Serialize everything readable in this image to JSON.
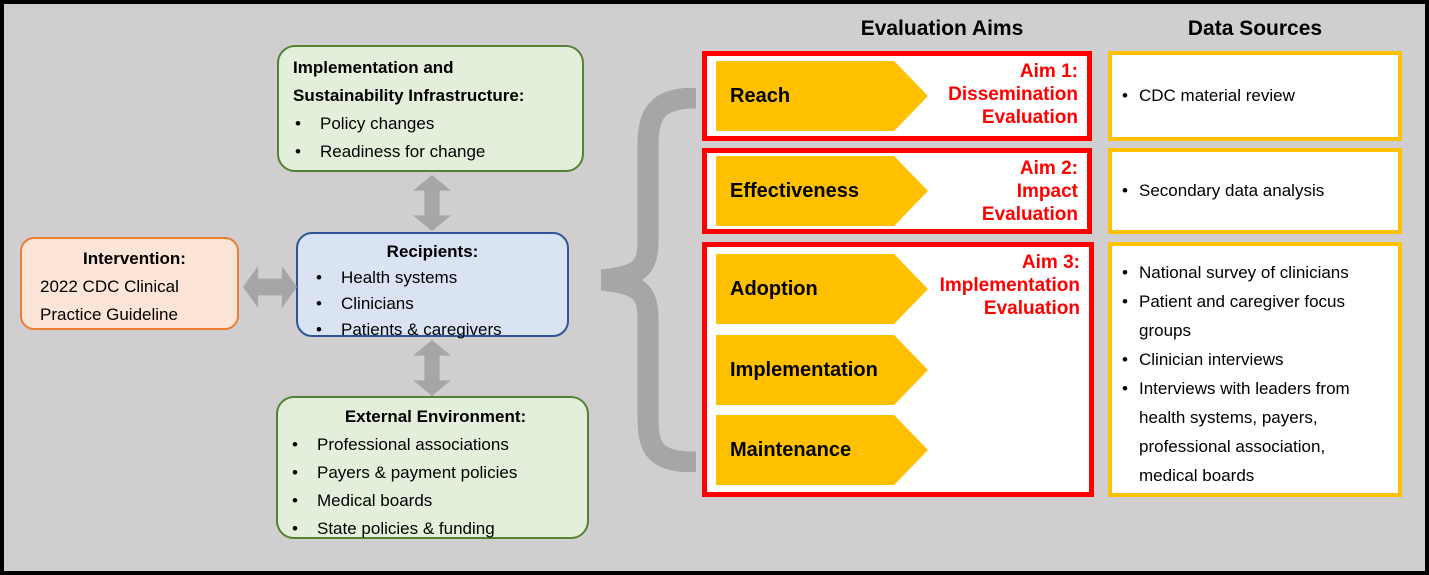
{
  "left_diagram": {
    "intervention": {
      "title": "Intervention:",
      "body": "2022 CDC Clinical Practice Guideline"
    },
    "infrastructure": {
      "title_lines": [
        "Implementation and",
        "Sustainability Infrastructure:"
      ],
      "items": [
        "Policy changes",
        "Readiness for change"
      ]
    },
    "recipients": {
      "title": "Recipients:",
      "items": [
        "Health systems",
        "Clinicians",
        "Patients & caregivers"
      ]
    },
    "external": {
      "title": "External Environment:",
      "items": [
        "Professional associations",
        "Payers & payment policies",
        "Medical boards",
        "State policies & funding"
      ]
    }
  },
  "evaluation_aims": {
    "header": "Evaluation Aims",
    "groups": [
      {
        "aim_lines": [
          "Aim 1:",
          "Dissemination",
          "Evaluation"
        ],
        "arrows": [
          "Reach"
        ]
      },
      {
        "aim_lines": [
          "Aim 2:",
          "Impact",
          "Evaluation"
        ],
        "arrows": [
          "Effectiveness"
        ]
      },
      {
        "aim_lines": [
          "Aim 3:",
          "Implementation",
          "Evaluation"
        ],
        "arrows": [
          "Adoption",
          "Implementation",
          "Maintenance"
        ]
      }
    ]
  },
  "data_sources": {
    "header": "Data Sources",
    "boxes": [
      {
        "items": [
          "CDC material review"
        ]
      },
      {
        "items": [
          "Secondary data analysis"
        ]
      },
      {
        "items": [
          "National survey of clinicians",
          "Patient and caregiver focus groups",
          "Clinician interviews",
          "Interviews with leaders from health systems, payers, professional association, medical boards"
        ]
      }
    ]
  },
  "icons": {
    "horizontal_double_arrow": "left-right-arrow-shape",
    "vertical_double_arrow": "up-down-arrow-shape",
    "curly_brace": "left-curly-brace-shape",
    "aim_arrow": "right-chevron-banner-shape"
  },
  "colors": {
    "background_gray": "#d0cece",
    "border_black": "#000000",
    "intervention_fill": "#fce4d6",
    "intervention_border": "#ed7d31",
    "green_fill": "#e2efda",
    "green_border": "#548235",
    "blue_fill": "#dae3f3",
    "blue_border": "#2f5597",
    "connector_gray": "#a6a6a6",
    "aim_red": "#ff0000",
    "gold": "#ffc000",
    "panel_white": "#ffffff"
  }
}
